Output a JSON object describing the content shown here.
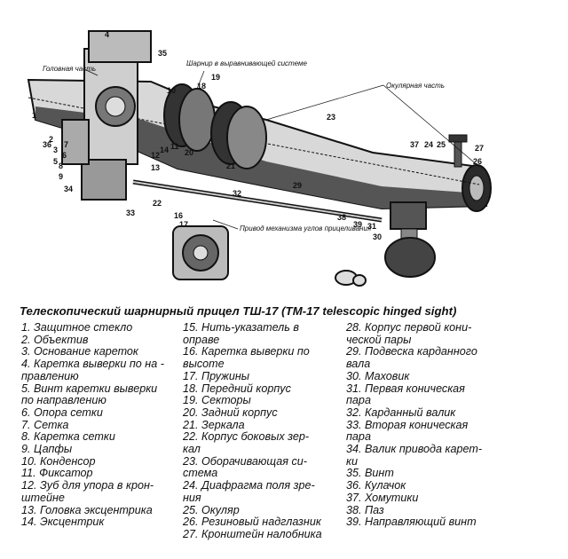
{
  "figure": {
    "annotations": {
      "objective_part": "Головная часть",
      "eyepiece_part": "Окулярная часть",
      "hinge": "Шарнир в выравнивающей системе",
      "mechanism": "Привод механизма углов прицеливания"
    },
    "callouts": [
      "1",
      "2",
      "3",
      "4",
      "5",
      "6",
      "7",
      "8",
      "9",
      "10",
      "11",
      "12",
      "13",
      "14",
      "16",
      "17",
      "18",
      "19",
      "20",
      "21",
      "22",
      "23",
      "24",
      "25",
      "26",
      "27",
      "29",
      "30",
      "31",
      "32",
      "33",
      "34",
      "35",
      "36",
      "37",
      "38",
      "39"
    ]
  },
  "caption": "Телескопический шарнирный прицел ТШ-17 (ТМ-17 telescopic hinged sight)",
  "legend": {
    "col1": [
      "1. Защитное стекло",
      "2. Объектив",
      "3. Основание кареток",
      "4. Каретка выверки по на -",
      "правлению",
      "5. Винт каретки выверки",
      "по направлению",
      "6. Опора сетки",
      "7. Сетка",
      "8. Каретка сетки",
      "9. Цапфы",
      "10. Конденсор",
      "11. Фиксатор",
      "12. Зуб для упора в крон-",
      "штейне",
      "13. Головка эксцентрика",
      "14. Эксцентрик"
    ],
    "col2": [
      "15. Нить-указатель в",
      "оправе",
      "16. Каретка выверки по",
      "высоте",
      "17. Пружины",
      "18. Передний корпус",
      "19. Секторы",
      "20. Задний корпус",
      "21. Зеркала",
      "22. Корпус боковых зер-",
      "кал",
      "23. Оборачивающая си-",
      "стема",
      "24. Диафрагма поля зре-",
      "ния",
      "25. Окуляр",
      "26. Резиновый надглазник",
      "27. Кронштейн налобника"
    ],
    "col3": [
      "28. Корпус первой кони-",
      "ческой пары",
      "29. Подвеска карданного",
      "вала",
      "30. Маховик",
      "31. Первая коническая",
      "пара",
      "32. Карданный валик",
      "33. Вторая коническая",
      "пара",
      "34. Валик привода карет-",
      "ки",
      "35. Винт",
      "36. Кулачок",
      "37. Хомутики",
      "38. Паз",
      "39. Направляющий винт"
    ]
  }
}
